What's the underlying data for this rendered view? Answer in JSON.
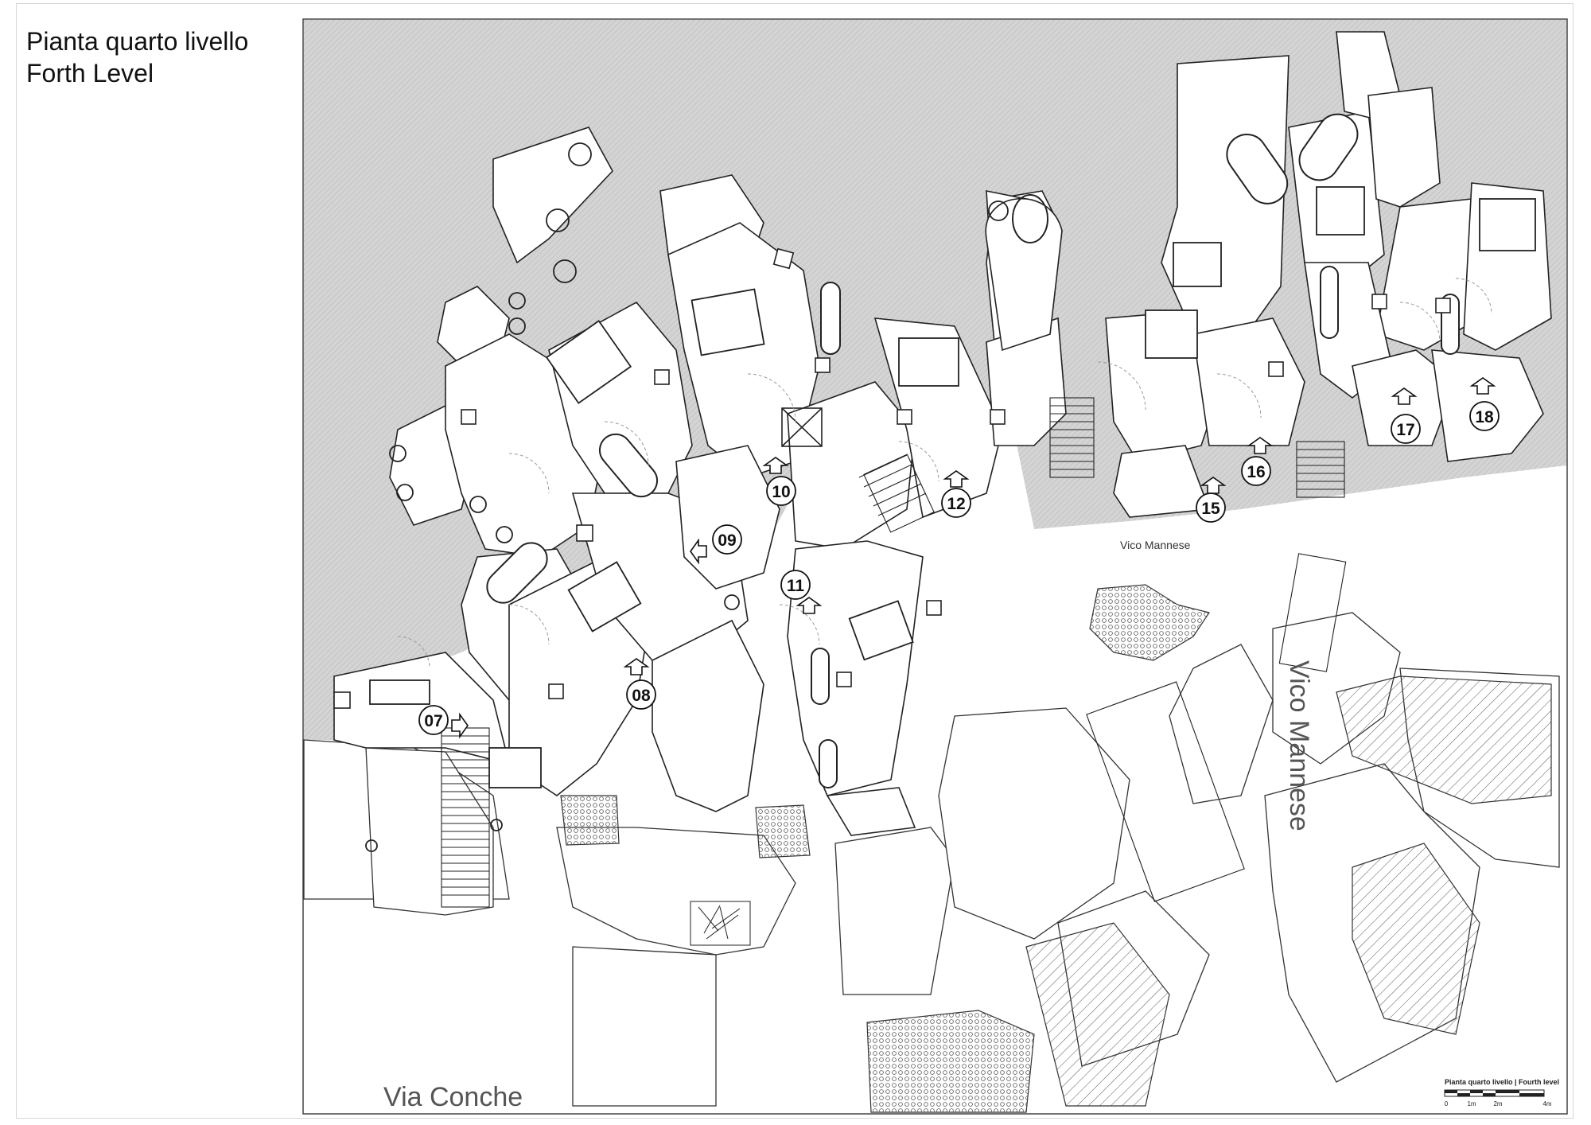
{
  "title": {
    "line1": "Pianta quarto livello",
    "line2": "Forth Level"
  },
  "colors": {
    "background": "#ffffff",
    "frame": "#444444",
    "hatch_fill": "#cfcfcf",
    "line": "#222222",
    "light_line": "#9a9a9a",
    "street_text": "#555555"
  },
  "streets": {
    "via_conche": "Via Conche",
    "vico_mannese_small": "Vico Mannese",
    "vico_mannese_large": "Vico Mannese"
  },
  "rooms": [
    {
      "label": "07"
    },
    {
      "label": "08"
    },
    {
      "label": "09"
    },
    {
      "label": "10"
    },
    {
      "label": "11"
    },
    {
      "label": "12"
    },
    {
      "label": "15"
    },
    {
      "label": "16"
    },
    {
      "label": "17"
    },
    {
      "label": "18"
    }
  ],
  "scale_bar": {
    "caption": "Pianta quarto livello | Fourth level",
    "ticks": [
      "0",
      "1m",
      "2m",
      "4m"
    ]
  }
}
